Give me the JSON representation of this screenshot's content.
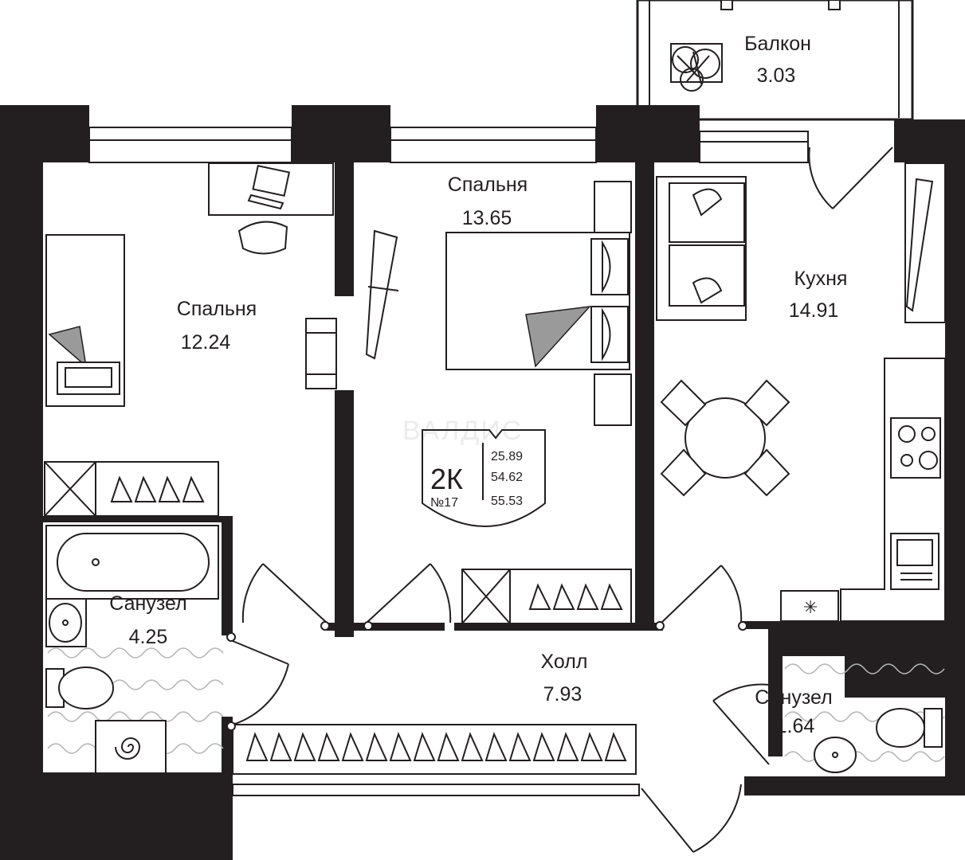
{
  "rooms": [
    {
      "id": "bedroom1",
      "name": "Спальня",
      "area": "12.24"
    },
    {
      "id": "bedroom2",
      "name": "Спальня",
      "area": "13.65"
    },
    {
      "id": "kitchen",
      "name": "Кухня",
      "area": "14.91"
    },
    {
      "id": "balcony",
      "name": "Балкон",
      "area": "3.03"
    },
    {
      "id": "bathroom1",
      "name": "Санузел",
      "area": "4.25"
    },
    {
      "id": "hall",
      "name": "Холл",
      "area": "7.93"
    },
    {
      "id": "bathroom2",
      "name": "Санузел",
      "area": "1.64"
    }
  ],
  "badge": {
    "type": "2К",
    "number": "№17",
    "area_living": "25.89",
    "area_total": "54.62",
    "area_with_balcony": "55.53"
  },
  "watermark": "ВАЛДИС",
  "colors": {
    "wall": "#231f20",
    "accent": "#9a9a9a",
    "background": "#ffffff"
  }
}
